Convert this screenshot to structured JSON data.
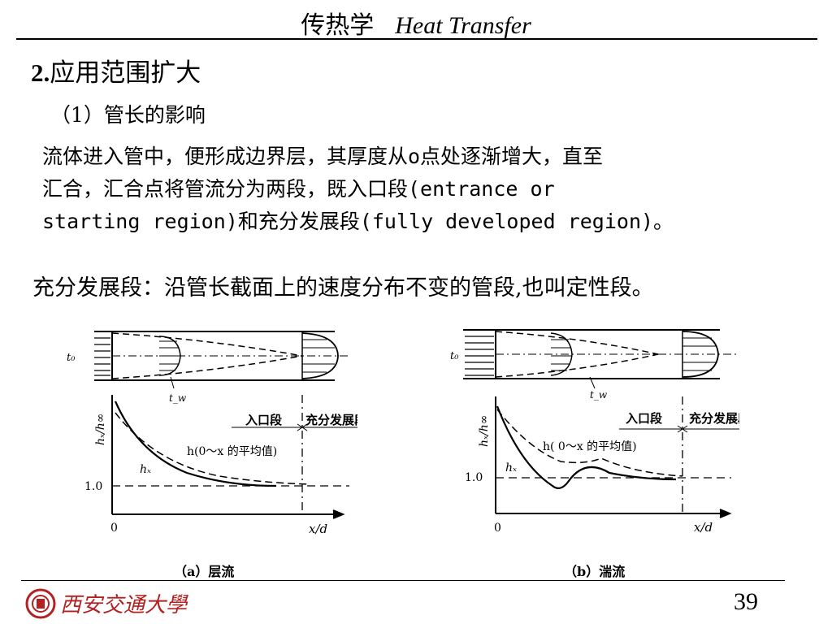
{
  "header": {
    "title_cn": "传热学",
    "title_en": "Heat Transfer"
  },
  "section": {
    "number": "2.",
    "title": "应用范围扩大"
  },
  "subsection": "（1）管长的影响",
  "paragraph1": {
    "line1": "流体进入管中，便形成边界层，其厚度从o点处逐渐增大，直至",
    "line2": "汇合，汇合点将管流分为两段，既入口段(entrance or",
    "line3": "starting region)和充分发展段(fully developed region)。"
  },
  "paragraph2": "充分发展段：沿管长截面上的速度分布不变的管段,也叫定性段。",
  "figure_a": {
    "caption": "（a）层流",
    "labels": {
      "t0": "t₀",
      "tw": "t_w",
      "ylabel": "hₓ/h∞",
      "entrance": "入口段",
      "developed": "充分发展段",
      "avg": "h(0～x 的平均值)",
      "hx": "hₓ",
      "one": "1.0",
      "zero": "0",
      "xlabel": "x/d"
    }
  },
  "figure_b": {
    "caption": "（b）湍流",
    "labels": {
      "t0": "t₀",
      "tw": "t_w",
      "ylabel": "hₓ/h∞",
      "entrance": "入口段",
      "developed": "充分发展段",
      "avg": "h( 0～x 的平均值)",
      "hx": "hₓ",
      "one": "1.0",
      "zero": "0",
      "xlabel": "x/d"
    }
  },
  "footer": {
    "university": "西安交通大學",
    "page": "39"
  }
}
